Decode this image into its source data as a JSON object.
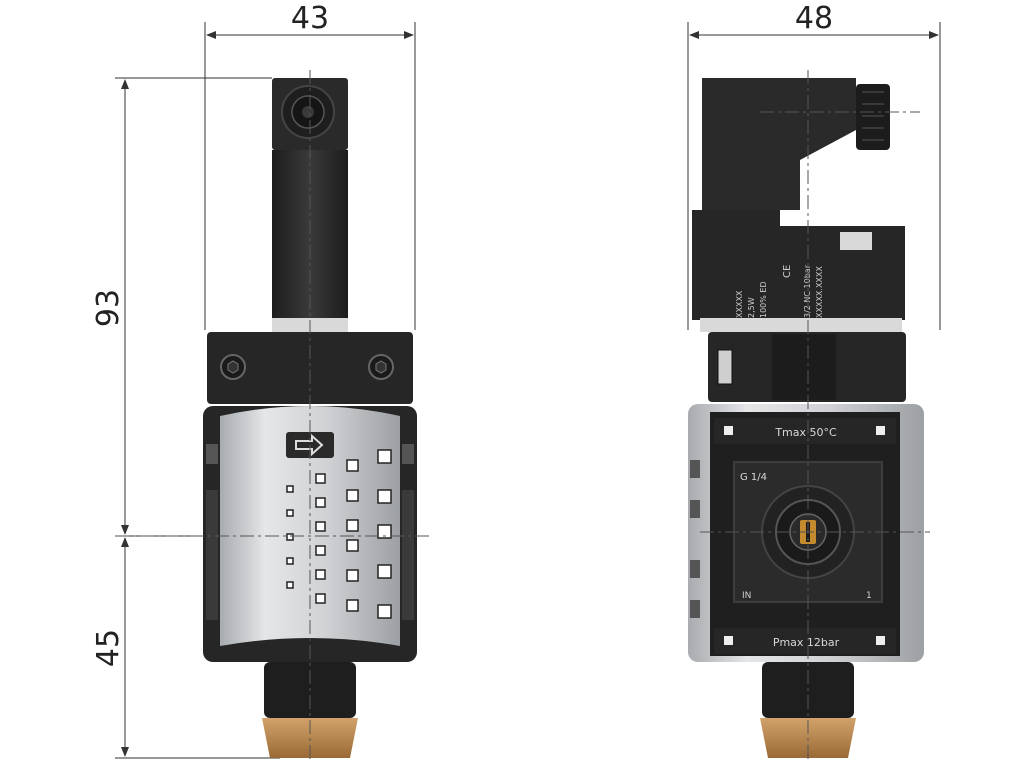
{
  "dimensions": {
    "front_width": "43",
    "side_width": "48",
    "total_height": "93",
    "lower_height": "45"
  },
  "side_view_labels": {
    "coil_codes": [
      "XXXXX",
      "2,5W",
      "100% ED",
      "3/2 NC 10bar",
      "XXXXX.XXXX"
    ],
    "ce_mark": "CE",
    "tmax": "Tmax 50°C",
    "port_size": "G 1/4",
    "port_in": "IN",
    "port_out": "1",
    "pmax": "Pmax 12bar"
  },
  "colors": {
    "body_dark": "#2b2b2b",
    "body_black": "#1a1a1a",
    "housing_silver": "#c9cbce",
    "bronze_filter": "#b8864b",
    "dimension_line": "#333333"
  }
}
